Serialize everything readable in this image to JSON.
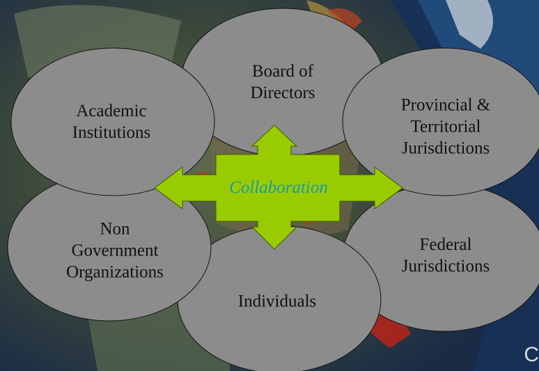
{
  "diagram": {
    "hub": {
      "label": "Collaboration",
      "color": "#99cc00"
    },
    "nodes": [
      {
        "id": "board",
        "label": "Board of\nDirectors"
      },
      {
        "id": "academic",
        "label": "Academic\nInstitutions"
      },
      {
        "id": "provincial",
        "label": "Provincial &\nTerritorial\nJurisdictions"
      },
      {
        "id": "ngo",
        "label": "Non\nGovernment\nOrganizations"
      },
      {
        "id": "federal",
        "label": "Federal\nJurisdictions"
      },
      {
        "id": "individuals",
        "label": "Individuals"
      }
    ],
    "node_fill": "#8c8c8c"
  },
  "watermark": {
    "text": "C"
  }
}
